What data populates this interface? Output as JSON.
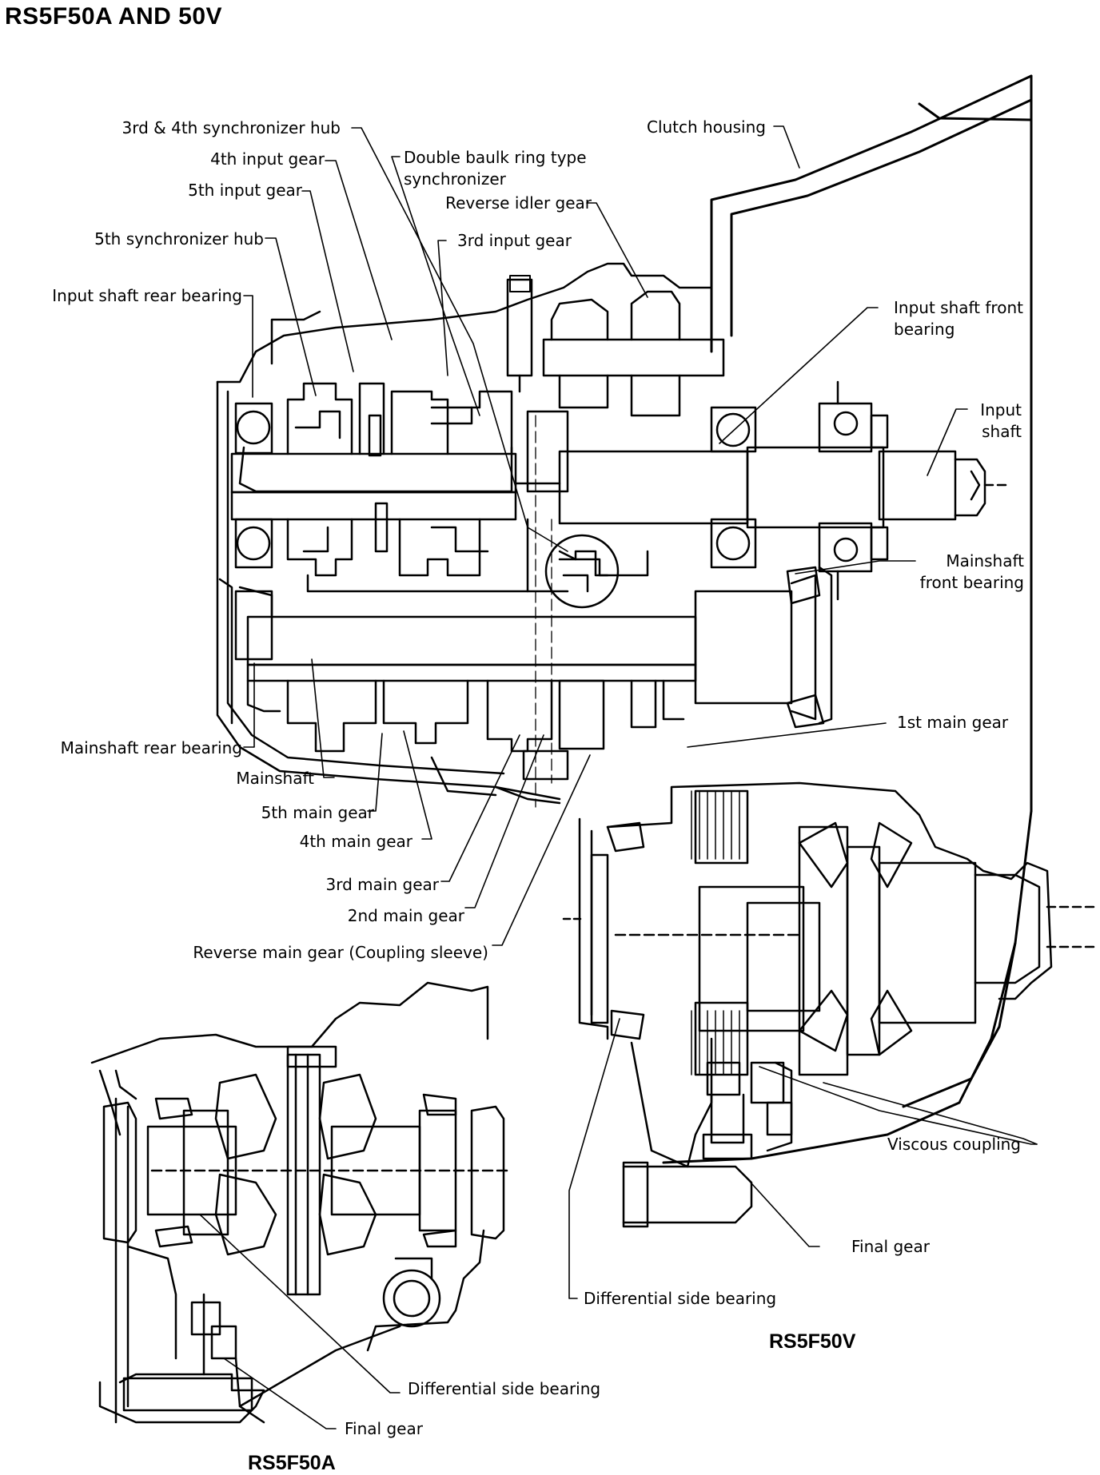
{
  "header": {
    "title": "RS5F50A AND 50V"
  },
  "models": {
    "main": "RS5F50V",
    "inset": "RS5F50A"
  },
  "labels": {
    "sync_34_hub": "3rd & 4th synchronizer hub",
    "input_4th": "4th input gear",
    "input_5th": "5th input gear",
    "sync_5th_hub": "5th synchronizer hub",
    "input_shaft_rear_bearing": "Input shaft rear bearing",
    "double_baulk_1": "Double baulk ring type",
    "double_baulk_2": "synchronizer",
    "reverse_idler": "Reverse idler gear",
    "input_3rd": "3rd input gear",
    "clutch_housing": "Clutch housing",
    "input_front_bearing_1": "Input shaft front",
    "input_front_bearing_2": "bearing",
    "input_shaft_1": "Input",
    "input_shaft_2": "shaft",
    "mainshaft_front_1": "Mainshaft",
    "mainshaft_front_2": "front bearing",
    "main_1st": "1st main gear",
    "mainshaft_rear_bearing": "Mainshaft rear bearing",
    "mainshaft": "Mainshaft",
    "main_5th": "5th main gear",
    "main_4th": "4th main gear",
    "main_3rd": "3rd main gear",
    "main_2nd": "2nd main gear",
    "reverse_main": "Reverse main gear (Coupling sleeve)",
    "viscous": "Viscous coupling",
    "final_gear_v": "Final gear",
    "diff_side_v": "Differential side bearing",
    "diff_side_a": "Differential side bearing",
    "final_gear_a": "Final gear"
  },
  "colors": {
    "ink": "#000000",
    "paper": "#ffffff"
  }
}
